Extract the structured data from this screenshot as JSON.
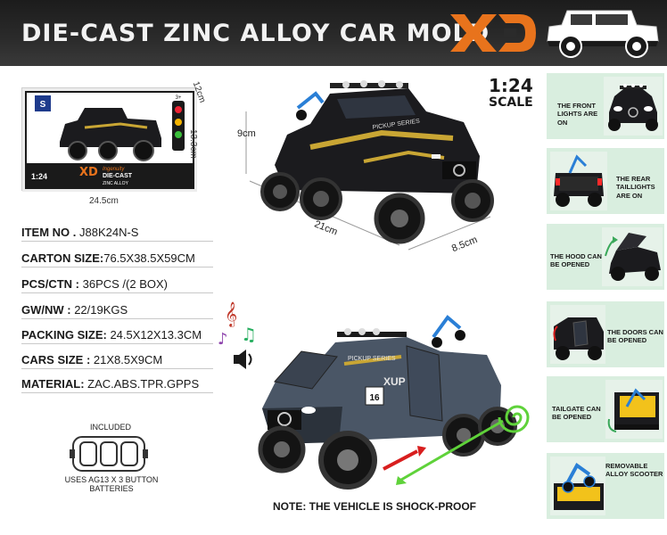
{
  "header": {
    "title": "DIE-CAST ZINC ALLOY CAR MOLD",
    "logo_text": "XD"
  },
  "box": {
    "scale_label": "1:24",
    "brand_line1": "Ingenuity",
    "brand_line2": "DIE-CAST",
    "brand_line3": "ZINC ALLOY",
    "logo_text": "XD",
    "age_badge": "3+",
    "width": "24.5cm",
    "height": "13.3cm",
    "depth": "12cm"
  },
  "specs": [
    {
      "key": "ITEM NO .",
      "value": " J88K24N-S"
    },
    {
      "key": "CARTON SIZE:",
      "value": "76.5X38.5X59CM"
    },
    {
      "key": "PCS/CTN :",
      "value": " 36PCS /(2 BOX)"
    },
    {
      "key": "GW/NW :",
      "value": " 22/19KGS"
    },
    {
      "key": "PACKING SIZE:",
      "value": " 24.5X12X13.3CM"
    },
    {
      "key": "CARS SIZE :",
      "value": " 21X8.5X9CM"
    },
    {
      "key": "MATERIAL:",
      "value": "  ZAC.ABS.TPR.GPPS"
    }
  ],
  "batteries": {
    "included": "INCLUDED",
    "line1": "USES AG13 X 3 BUTTON",
    "line2": "BATTERIES"
  },
  "dimensions": {
    "height": "9cm",
    "length": "21cm",
    "width": "8.5cm"
  },
  "scale": {
    "ratio": "1:24",
    "word": "SCALE"
  },
  "car_text": {
    "pickup": "PICKUP SERIES",
    "number": "16",
    "door": "XUP"
  },
  "features": [
    {
      "label_lines": [
        "THE FRONT",
        "LIGHTS ARE",
        "ON"
      ]
    },
    {
      "label_lines": [
        "THE REAR",
        "TAILLIGHTS",
        "ARE ON"
      ]
    },
    {
      "label_lines": [
        "THE HOOD CAN",
        "BE OPENED"
      ]
    },
    {
      "label_lines": [
        "THE DOORS CAN",
        "BE OPENED"
      ]
    },
    {
      "label_lines": [
        "TAILGATE CAN",
        "BE OPENED"
      ]
    },
    {
      "label_lines": [
        "REMOVABLE",
        "ALLOY SCOOTER"
      ]
    }
  ],
  "note": "NOTE: THE VEHICLE IS SHOCK-PROOF",
  "colors": {
    "accent_orange": "#e8731c",
    "card_green": "#d9eedf",
    "banner_dark": "#262626",
    "car_body": "#1b1b1e",
    "car_stripe": "#c9a634",
    "shock_spiral": "#5fd23a",
    "arrow_red": "#d81e1e"
  }
}
